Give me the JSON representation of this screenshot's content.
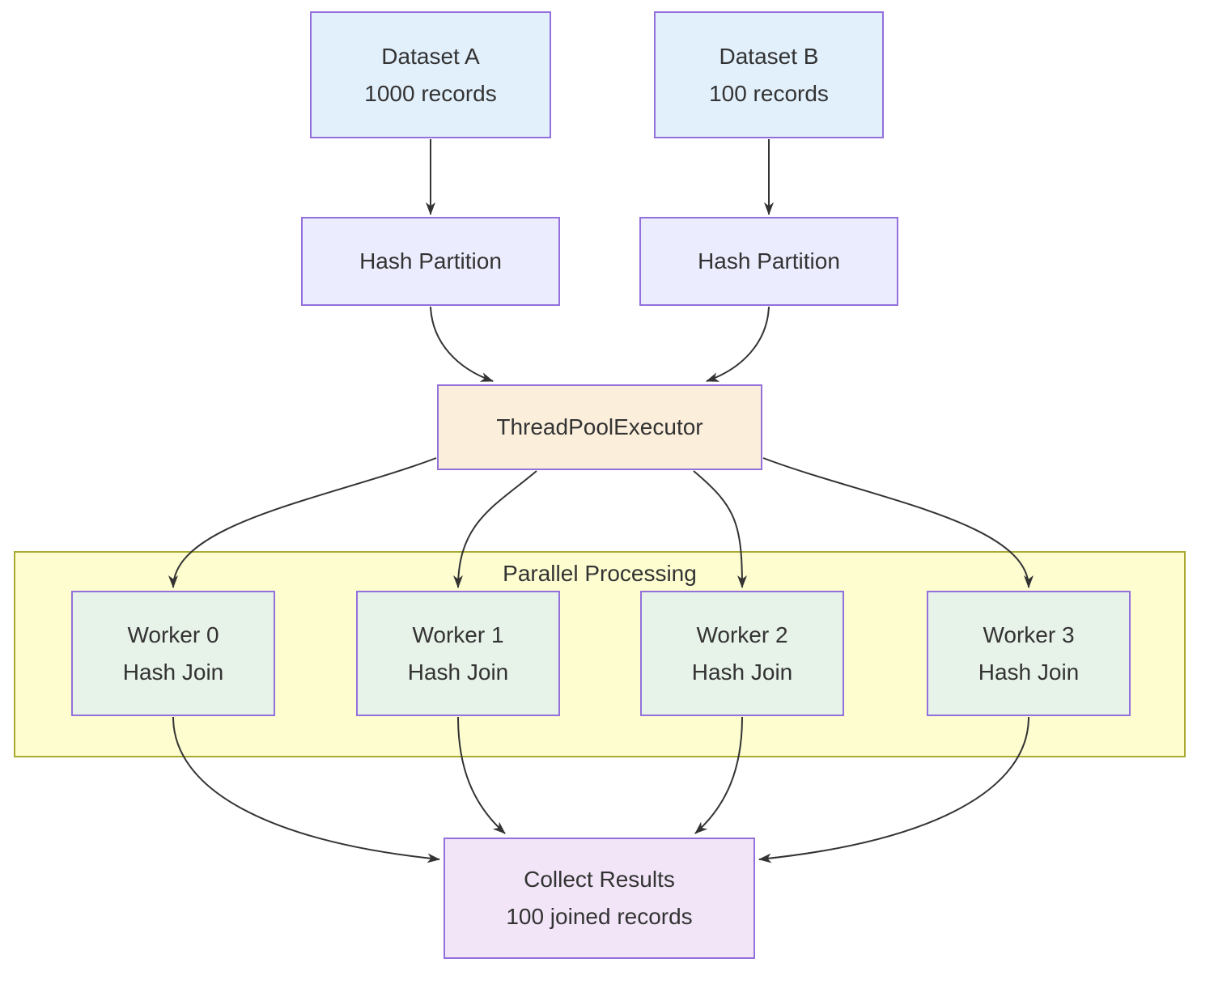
{
  "diagram": {
    "cluster": {
      "label": "Parallel Processing"
    },
    "nodes": {
      "dataset_a": {
        "lines": [
          "Dataset A",
          "1000 records"
        ]
      },
      "dataset_b": {
        "lines": [
          "Dataset B",
          "100 records"
        ]
      },
      "hash_partition_a": {
        "lines": [
          "Hash Partition"
        ]
      },
      "hash_partition_b": {
        "lines": [
          "Hash Partition"
        ]
      },
      "thread_pool_executor": {
        "lines": [
          "ThreadPoolExecutor"
        ]
      },
      "worker_0": {
        "lines": [
          "Worker 0",
          "Hash Join"
        ]
      },
      "worker_1": {
        "lines": [
          "Worker 1",
          "Hash Join"
        ]
      },
      "worker_2": {
        "lines": [
          "Worker 2",
          "Hash Join"
        ]
      },
      "worker_3": {
        "lines": [
          "Worker 3",
          "Hash Join"
        ]
      },
      "collect_results": {
        "lines": [
          "Collect Results",
          "100 joined records"
        ]
      }
    },
    "colors": {
      "dataset_fill": "#e2f0fc",
      "partition_fill": "#ececff",
      "executor_fill": "#fbefdc",
      "worker_fill": "#e7f2e9",
      "collect_fill": "#f1e5f7",
      "cluster_fill": "#fdfdd0",
      "cluster_border": "#aaaa33",
      "node_border": "#9370db",
      "edge_color": "#333333",
      "text_color": "#333333"
    }
  }
}
